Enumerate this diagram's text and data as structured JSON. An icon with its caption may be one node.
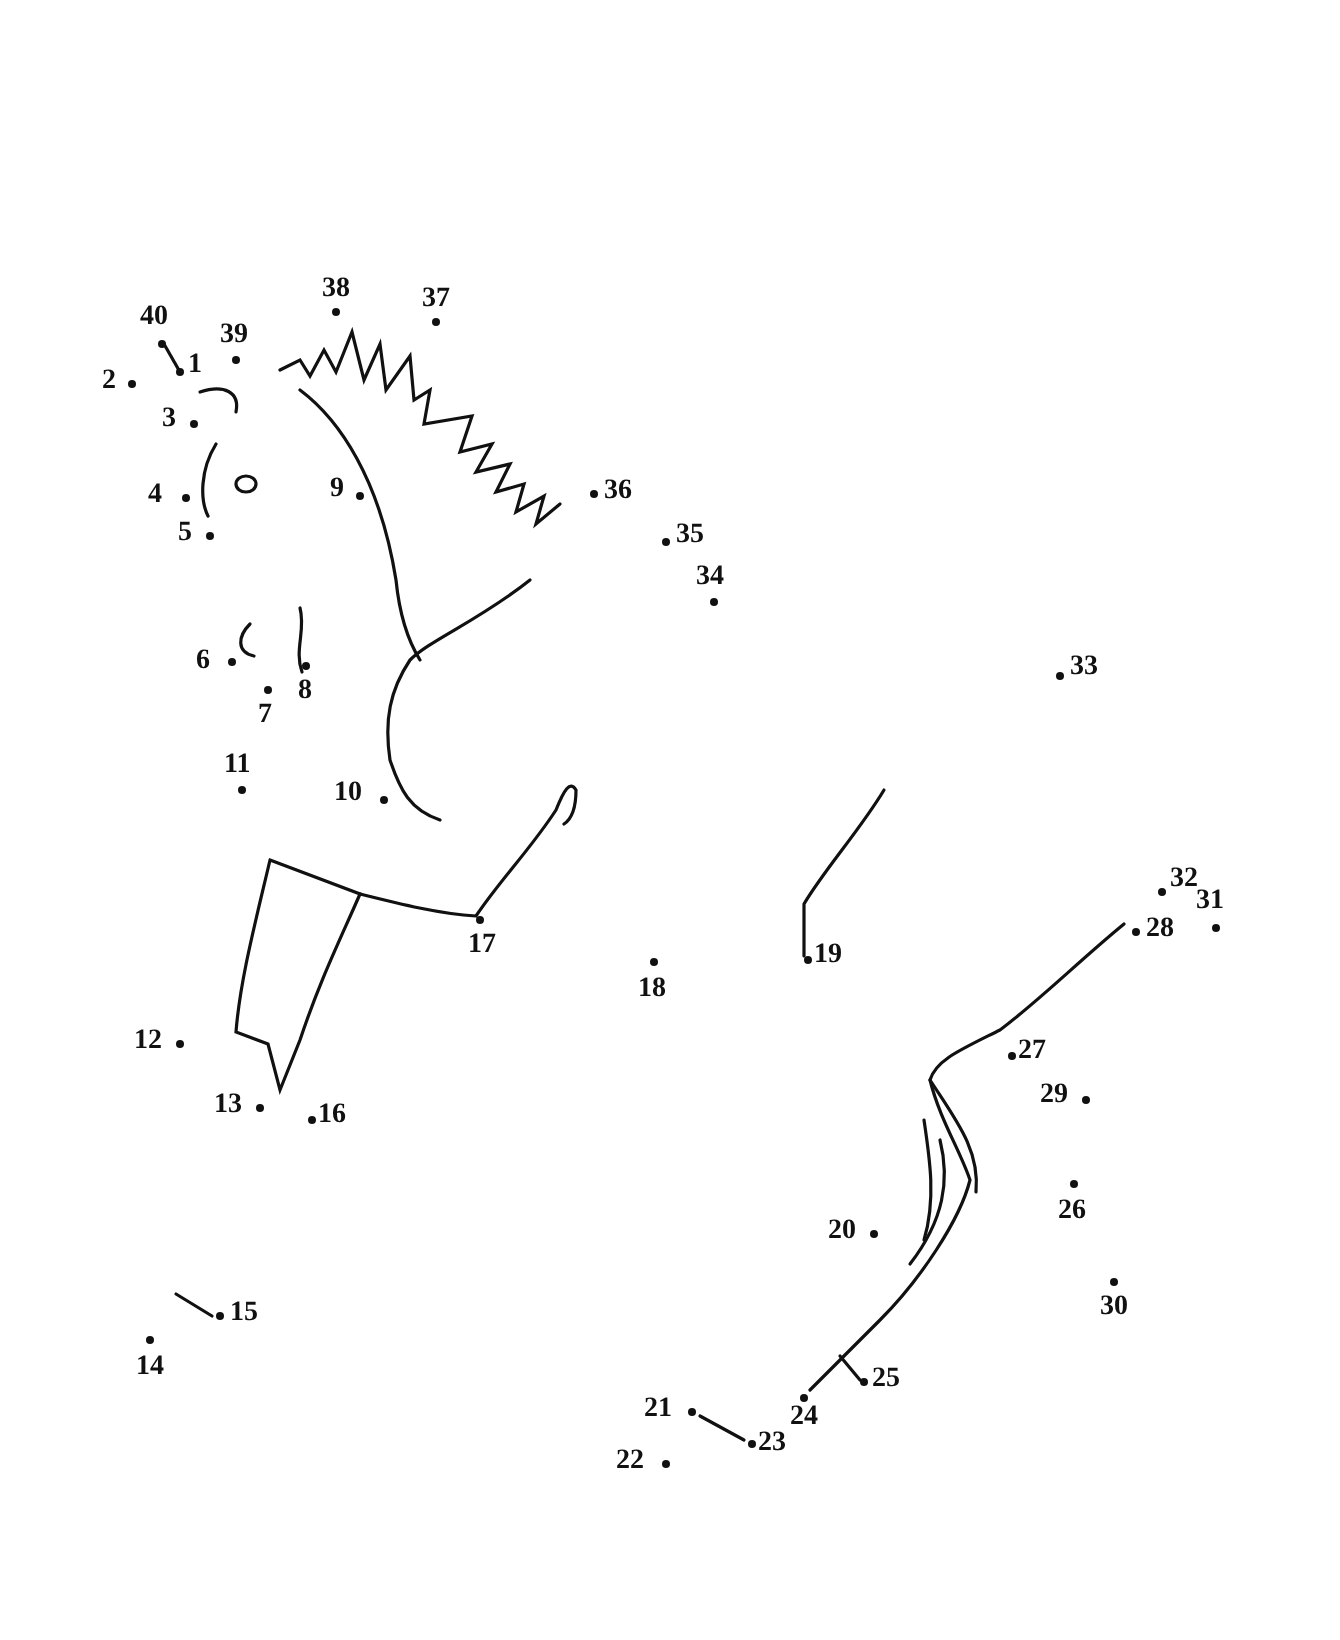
{
  "diagram": {
    "labels": [
      "38",
      "37",
      "40",
      "39",
      "1",
      "2",
      "3",
      "36",
      "4",
      "9",
      "5",
      "35",
      "34",
      "6",
      "33",
      "8",
      "7",
      "11",
      "10",
      "32",
      "31",
      "28",
      "17",
      "19",
      "18",
      "12",
      "27",
      "29",
      "13",
      "16",
      "26",
      "20",
      "30",
      "15",
      "14",
      "25",
      "21",
      "24",
      "23",
      "22"
    ]
  }
}
